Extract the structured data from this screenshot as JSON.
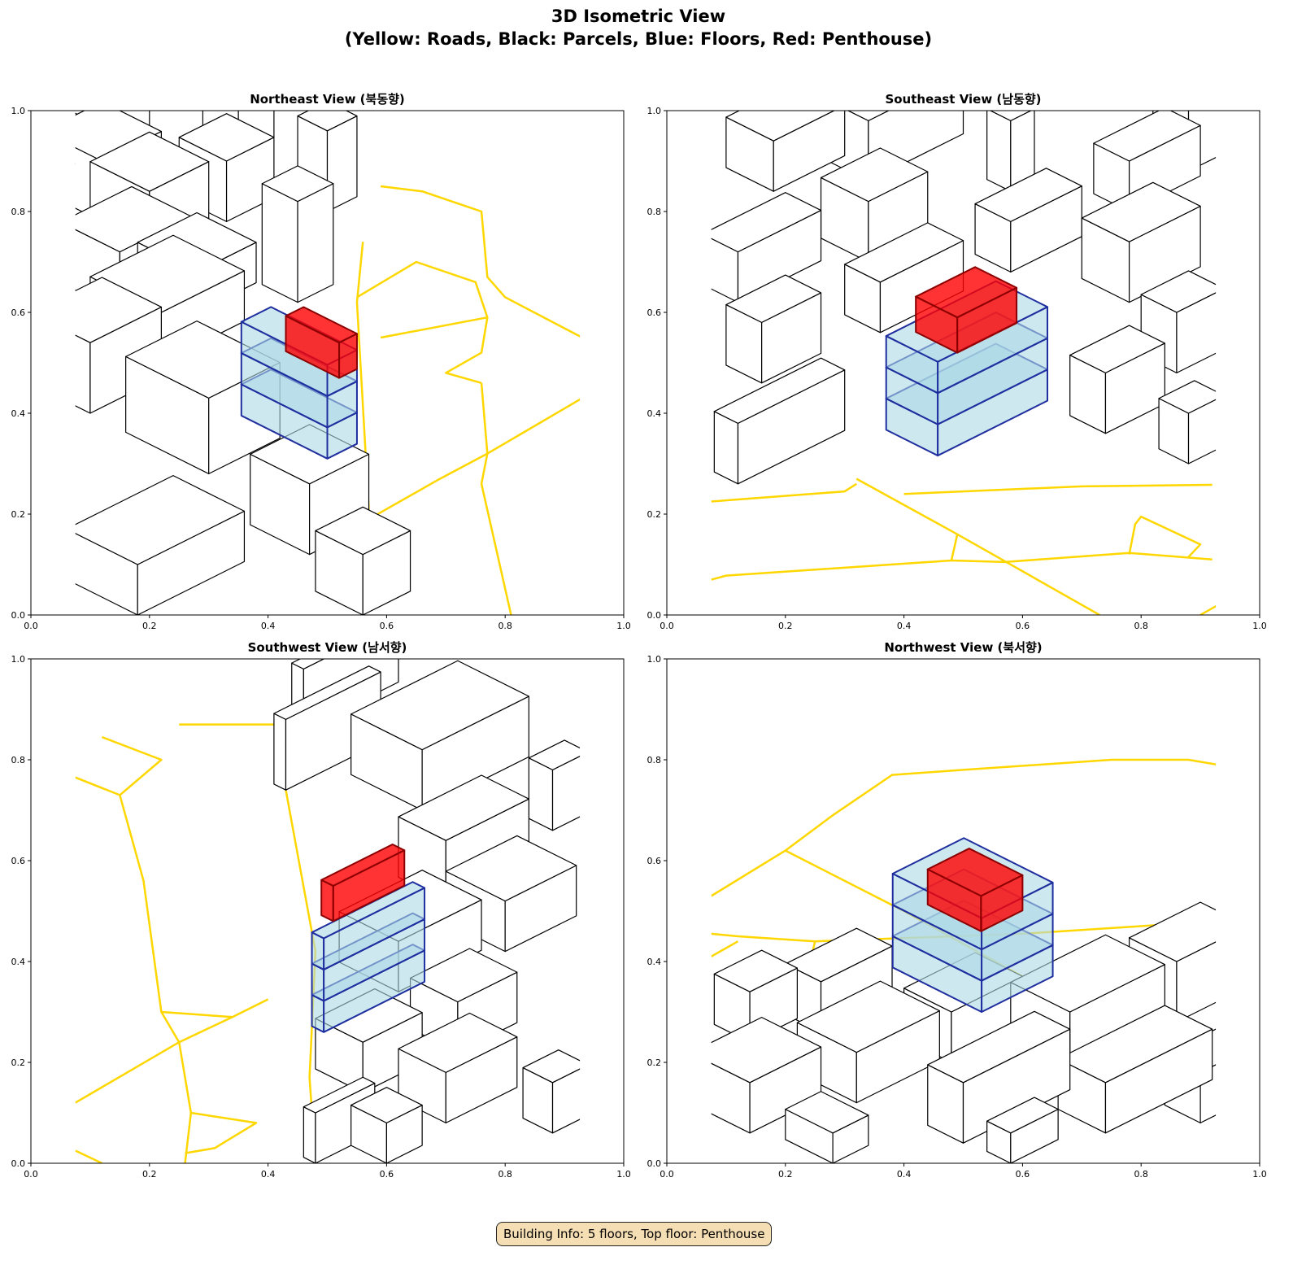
{
  "title_line1": "3D Isometric View",
  "title_line2": "(Yellow: Roads, Black: Parcels, Blue: Floors, Red: Penthouse)",
  "info_box": "Building Info: 5 floors, Top floor: Penthouse",
  "colors": {
    "road": "#ffd700",
    "parcel": "#000000",
    "floor_fill": "#add8e6",
    "floor_edge": "#1f2f9f",
    "penthouse": "#ff0000",
    "penthouse_edge": "#8b0000"
  },
  "chart_data": [
    {
      "type": "line",
      "title": "Northeast View (북동향)",
      "xlim": [
        0,
        1
      ],
      "ylim": [
        0,
        1
      ],
      "xticks": [
        "0.0",
        "0.2",
        "0.4",
        "0.6",
        "0.8",
        "1.0"
      ],
      "yticks": [
        "0.0",
        "0.2",
        "0.4",
        "0.6",
        "0.8",
        "1.0"
      ],
      "roads": [
        [
          [
            0.59,
            0.85
          ],
          [
            0.66,
            0.84
          ],
          [
            0.76,
            0.8
          ],
          [
            0.77,
            0.67
          ],
          [
            0.8,
            0.63
          ],
          [
            0.93,
            0.55
          ]
        ],
        [
          [
            0.55,
            0.63
          ],
          [
            0.65,
            0.7
          ],
          [
            0.75,
            0.66
          ],
          [
            0.77,
            0.59
          ],
          [
            0.76,
            0.52
          ],
          [
            0.7,
            0.48
          ],
          [
            0.76,
            0.46
          ]
        ],
        [
          [
            0.77,
            0.59
          ],
          [
            0.59,
            0.55
          ]
        ],
        [
          [
            0.76,
            0.46
          ],
          [
            0.77,
            0.32
          ],
          [
            0.76,
            0.26
          ],
          [
            0.81,
            0.0
          ]
        ],
        [
          [
            0.93,
            0.43
          ],
          [
            0.77,
            0.32
          ],
          [
            0.69,
            0.27
          ],
          [
            0.54,
            0.17
          ]
        ],
        [
          [
            0.56,
            0.74
          ],
          [
            0.55,
            0.62
          ],
          [
            0.57,
            0.21
          ]
        ]
      ],
      "parcels": [
        [
          0.1,
          0.88,
          0.12,
          0.1,
          0.1
        ],
        [
          0.35,
          0.88,
          0.06,
          0.06,
          0.12
        ],
        [
          0.5,
          0.8,
          0.05,
          0.05,
          0.16
        ],
        [
          0.12,
          0.78,
          0.1,
          0.1,
          0.12
        ],
        [
          0.33,
          0.78,
          0.08,
          0.08,
          0.12
        ],
        [
          0.2,
          0.72,
          0.1,
          0.1,
          0.12
        ],
        [
          0.45,
          0.62,
          0.06,
          0.06,
          0.2
        ],
        [
          0.15,
          0.6,
          0.1,
          0.12,
          0.12
        ],
        [
          0.28,
          0.6,
          0.1,
          0.1,
          0.08
        ],
        [
          0.22,
          0.5,
          0.12,
          0.14,
          0.1
        ],
        [
          0.1,
          0.4,
          0.1,
          0.12,
          0.14
        ],
        [
          0.3,
          0.28,
          0.14,
          0.12,
          0.15
        ],
        [
          0.47,
          0.12,
          0.1,
          0.1,
          0.14
        ],
        [
          0.18,
          0.0,
          0.12,
          0.18,
          0.1
        ],
        [
          0.56,
          0.0,
          0.08,
          0.08,
          0.12
        ]
      ],
      "floors": [
        [
          0.5,
          0.31,
          0.145,
          0.05,
          0.062,
          0
        ],
        [
          0.5,
          0.31,
          0.145,
          0.05,
          0.062,
          0.062
        ],
        [
          0.5,
          0.31,
          0.145,
          0.05,
          0.062,
          0.124
        ]
      ],
      "penthouse": [
        [
          0.52,
          0.47,
          0.09,
          0.03,
          0.07,
          0
        ]
      ]
    },
    {
      "type": "line",
      "title": "Southeast View (남동향)",
      "xlim": [
        0,
        1
      ],
      "ylim": [
        0,
        1
      ],
      "xticks": [
        "0.0",
        "0.2",
        "0.4",
        "0.6",
        "0.8",
        "1.0"
      ],
      "yticks": [
        "0.0",
        "0.2",
        "0.4",
        "0.6",
        "0.8",
        "1.0"
      ],
      "roads": [
        [
          [
            0.075,
            0.07
          ],
          [
            0.1,
            0.078
          ],
          [
            0.48,
            0.108
          ],
          [
            0.57,
            0.105
          ],
          [
            0.78,
            0.123
          ],
          [
            0.92,
            0.11
          ]
        ],
        [
          [
            0.075,
            0.225
          ],
          [
            0.3,
            0.245
          ],
          [
            0.32,
            0.26
          ]
        ],
        [
          [
            0.4,
            0.24
          ],
          [
            0.7,
            0.255
          ],
          [
            0.92,
            0.258
          ]
        ],
        [
          [
            0.32,
            0.27
          ],
          [
            0.49,
            0.16
          ],
          [
            0.73,
            0.0
          ]
        ],
        [
          [
            0.48,
            0.108
          ],
          [
            0.49,
            0.16
          ]
        ],
        [
          [
            0.78,
            0.12
          ],
          [
            0.79,
            0.18
          ],
          [
            0.8,
            0.195
          ],
          [
            0.9,
            0.14
          ],
          [
            0.88,
            0.115
          ]
        ],
        [
          [
            0.93,
            0.02
          ],
          [
            0.9,
            0.0
          ]
        ]
      ],
      "parcels": [
        [
          0.18,
          0.84,
          0.08,
          0.12,
          0.1
        ],
        [
          0.34,
          0.86,
          0.08,
          0.16,
          0.12
        ],
        [
          0.58,
          0.84,
          0.04,
          0.04,
          0.14
        ],
        [
          0.78,
          0.8,
          0.06,
          0.12,
          0.1
        ],
        [
          0.88,
          0.88,
          0.06,
          0.06,
          0.12
        ],
        [
          0.12,
          0.62,
          0.06,
          0.14,
          0.1
        ],
        [
          0.34,
          0.7,
          0.08,
          0.1,
          0.12
        ],
        [
          0.58,
          0.68,
          0.06,
          0.12,
          0.1
        ],
        [
          0.78,
          0.62,
          0.08,
          0.12,
          0.12
        ],
        [
          0.16,
          0.46,
          0.06,
          0.1,
          0.12
        ],
        [
          0.36,
          0.56,
          0.06,
          0.14,
          0.1
        ],
        [
          0.86,
          0.48,
          0.06,
          0.08,
          0.12
        ],
        [
          0.12,
          0.26,
          0.04,
          0.18,
          0.12
        ],
        [
          0.74,
          0.36,
          0.06,
          0.1,
          0.12
        ],
        [
          0.88,
          0.3,
          0.05,
          0.06,
          0.1
        ]
      ],
      "floors": [
        [
          0.457,
          0.316,
          0.087,
          0.185,
          0.062,
          0
        ],
        [
          0.457,
          0.316,
          0.087,
          0.185,
          0.062,
          0.062
        ],
        [
          0.457,
          0.316,
          0.087,
          0.185,
          0.062,
          0.124
        ]
      ],
      "penthouse": [
        [
          0.49,
          0.52,
          0.07,
          0.1,
          0.07,
          0
        ]
      ]
    },
    {
      "type": "line",
      "title": "Southwest View (남서향)",
      "xlim": [
        0,
        1
      ],
      "ylim": [
        0,
        1
      ],
      "xticks": [
        "0.0",
        "0.2",
        "0.4",
        "0.6",
        "0.8",
        "1.0"
      ],
      "yticks": [
        "0.0",
        "0.2",
        "0.4",
        "0.6",
        "0.8",
        "1.0"
      ],
      "roads": [
        [
          [
            0.075,
            0.765
          ],
          [
            0.15,
            0.73
          ],
          [
            0.19,
            0.56
          ],
          [
            0.22,
            0.3
          ],
          [
            0.25,
            0.24
          ],
          [
            0.27,
            0.1
          ],
          [
            0.26,
            0.0
          ]
        ],
        [
          [
            0.075,
            0.12
          ],
          [
            0.25,
            0.24
          ],
          [
            0.34,
            0.29
          ],
          [
            0.4,
            0.325
          ]
        ],
        [
          [
            0.22,
            0.3
          ],
          [
            0.34,
            0.29
          ]
        ],
        [
          [
            0.15,
            0.73
          ],
          [
            0.22,
            0.8
          ],
          [
            0.12,
            0.845
          ]
        ],
        [
          [
            0.25,
            0.87
          ],
          [
            0.43,
            0.87
          ],
          [
            0.43,
            0.74
          ],
          [
            0.48,
            0.42
          ],
          [
            0.47,
            0.17
          ],
          [
            0.48,
            0.0
          ]
        ],
        [
          [
            0.27,
            0.1
          ],
          [
            0.38,
            0.08
          ],
          [
            0.31,
            0.03
          ],
          [
            0.26,
            0.02
          ]
        ],
        [
          [
            0.075,
            0.025
          ],
          [
            0.12,
            0.0
          ]
        ]
      ],
      "parcels": [
        [
          0.43,
          0.74,
          0.02,
          0.16,
          0.14
        ],
        [
          0.46,
          0.86,
          0.02,
          0.16,
          0.12
        ],
        [
          0.66,
          0.7,
          0.12,
          0.18,
          0.12
        ],
        [
          0.7,
          0.52,
          0.08,
          0.14,
          0.12
        ],
        [
          0.88,
          0.66,
          0.04,
          0.06,
          0.12
        ],
        [
          0.8,
          0.42,
          0.1,
          0.12,
          0.1
        ],
        [
          0.62,
          0.34,
          0.1,
          0.14,
          0.1
        ],
        [
          0.72,
          0.22,
          0.08,
          0.1,
          0.1
        ],
        [
          0.56,
          0.14,
          0.08,
          0.1,
          0.1
        ],
        [
          0.7,
          0.08,
          0.08,
          0.12,
          0.1
        ],
        [
          0.48,
          0.0,
          0.02,
          0.1,
          0.1
        ],
        [
          0.6,
          0.0,
          0.06,
          0.06,
          0.08
        ],
        [
          0.88,
          0.06,
          0.05,
          0.06,
          0.1
        ]
      ],
      "floors": [
        [
          0.494,
          0.26,
          0.02,
          0.17,
          0.062,
          0
        ],
        [
          0.494,
          0.26,
          0.02,
          0.17,
          0.062,
          0.062
        ],
        [
          0.494,
          0.26,
          0.02,
          0.17,
          0.062,
          0.124
        ]
      ],
      "penthouse": [
        [
          0.51,
          0.48,
          0.02,
          0.12,
          0.07,
          0
        ]
      ]
    },
    {
      "type": "line",
      "title": "Northwest View (북서향)",
      "xlim": [
        0,
        1
      ],
      "ylim": [
        0,
        1
      ],
      "xticks": [
        "0.0",
        "0.2",
        "0.4",
        "0.6",
        "0.8",
        "1.0"
      ],
      "yticks": [
        "0.0",
        "0.2",
        "0.4",
        "0.6",
        "0.8",
        "1.0"
      ],
      "roads": [
        [
          [
            0.075,
            0.53
          ],
          [
            0.2,
            0.62
          ],
          [
            0.28,
            0.69
          ],
          [
            0.38,
            0.77
          ],
          [
            0.5,
            0.78
          ],
          [
            0.75,
            0.8
          ],
          [
            0.88,
            0.8
          ],
          [
            0.93,
            0.79
          ]
        ],
        [
          [
            0.075,
            0.455
          ],
          [
            0.12,
            0.45
          ],
          [
            0.25,
            0.44
          ],
          [
            0.6,
            0.455
          ],
          [
            0.93,
            0.48
          ]
        ],
        [
          [
            0.2,
            0.62
          ],
          [
            0.4,
            0.5
          ],
          [
            0.6,
            0.37
          ]
        ],
        [
          [
            0.075,
            0.41
          ],
          [
            0.12,
            0.44
          ]
        ],
        [
          [
            0.25,
            0.44
          ],
          [
            0.24,
            0.39
          ],
          [
            0.21,
            0.36
          ],
          [
            0.15,
            0.4
          ]
        ],
        [
          [
            0.26,
            0.3
          ],
          [
            0.45,
            0.31
          ]
        ]
      ],
      "parcels": [
        [
          0.14,
          0.24,
          0.06,
          0.08,
          0.1
        ],
        [
          0.26,
          0.26,
          0.06,
          0.12,
          0.1
        ],
        [
          0.48,
          0.2,
          0.08,
          0.12,
          0.1
        ],
        [
          0.68,
          0.2,
          0.1,
          0.16,
          0.1
        ],
        [
          0.86,
          0.28,
          0.08,
          0.12,
          0.12
        ],
        [
          0.14,
          0.06,
          0.1,
          0.12,
          0.1
        ],
        [
          0.32,
          0.12,
          0.1,
          0.14,
          0.1
        ],
        [
          0.5,
          0.04,
          0.06,
          0.18,
          0.12
        ],
        [
          0.74,
          0.06,
          0.08,
          0.18,
          0.1
        ],
        [
          0.9,
          0.08,
          0.06,
          0.1,
          0.1
        ],
        [
          0.28,
          0.0,
          0.08,
          0.06,
          0.06
        ],
        [
          0.58,
          0.0,
          0.04,
          0.08,
          0.06
        ]
      ],
      "floors": [
        [
          0.531,
          0.3,
          0.15,
          0.12,
          0.062,
          0
        ],
        [
          0.531,
          0.3,
          0.15,
          0.12,
          0.062,
          0.062
        ],
        [
          0.531,
          0.3,
          0.15,
          0.12,
          0.062,
          0.124
        ]
      ],
      "penthouse": [
        [
          0.53,
          0.46,
          0.09,
          0.07,
          0.07,
          0
        ]
      ]
    }
  ]
}
